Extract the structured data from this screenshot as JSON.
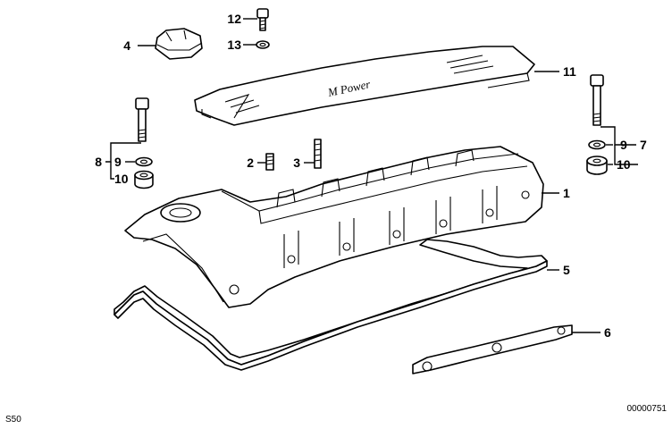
{
  "diagram": {
    "model_code": "S50",
    "drawing_number": "00000751",
    "cover_engraving": "M Power",
    "callouts": [
      {
        "id": "c1",
        "label": "1"
      },
      {
        "id": "c2",
        "label": "2"
      },
      {
        "id": "c3",
        "label": "3"
      },
      {
        "id": "c4",
        "label": "4"
      },
      {
        "id": "c5",
        "label": "5"
      },
      {
        "id": "c6",
        "label": "6"
      },
      {
        "id": "c7",
        "label": "7"
      },
      {
        "id": "c8",
        "label": "8"
      },
      {
        "id": "c9l",
        "label": "9"
      },
      {
        "id": "c10l",
        "label": "10"
      },
      {
        "id": "c9r",
        "label": "9"
      },
      {
        "id": "c10r",
        "label": "10"
      },
      {
        "id": "c11",
        "label": "11"
      },
      {
        "id": "c12",
        "label": "12"
      },
      {
        "id": "c13",
        "label": "13"
      }
    ]
  }
}
